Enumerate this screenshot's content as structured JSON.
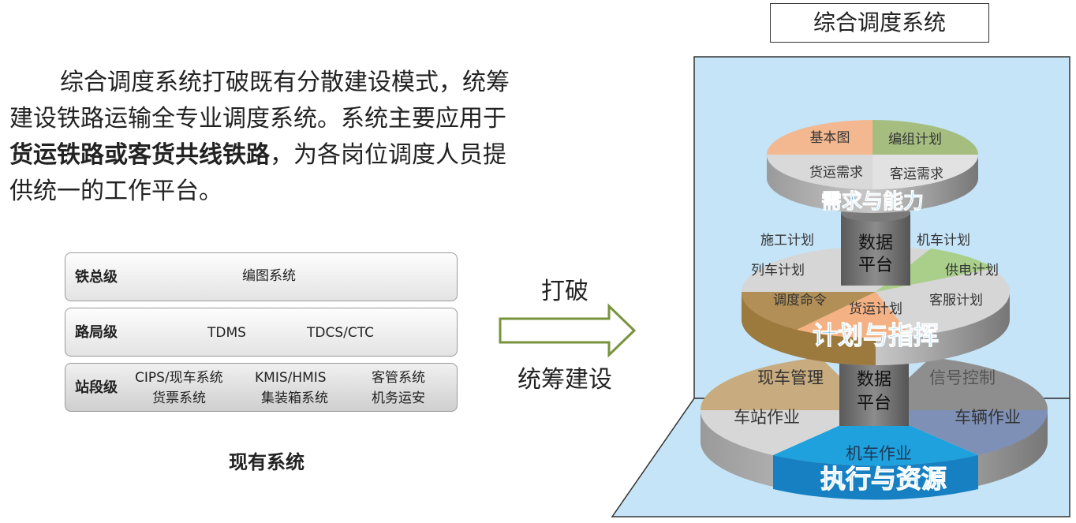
{
  "intro": {
    "part1": "综合调度系统打破既有分散建设模式，统筹建设铁路运输全专业调度系统。系统主要应用于",
    "bold": "货运铁路或客货共线铁路",
    "part2": "，为各岗位调度人员提供统一的工作平台。"
  },
  "legacy": {
    "caption": "现有系统",
    "rows": [
      {
        "level": "铁总级",
        "systems": [
          "编图系统"
        ]
      },
      {
        "level": "路局级",
        "systems": [
          "TDMS",
          "TDCS/CTC"
        ]
      },
      {
        "level": "站段级",
        "systems": [
          "CIPS/现车系统",
          "货票系统",
          "KMIS/HMIS",
          "集装箱系统",
          "客管系统",
          "机务运安"
        ]
      }
    ]
  },
  "arrow": {
    "top": "打破",
    "bottom": "统筹建设",
    "color": "#77933c"
  },
  "integrated": {
    "title": "综合调度系统",
    "center": [
      "数据",
      "平台"
    ],
    "top_layer": {
      "name": "需求与能力",
      "items": [
        "基本图",
        "编组计划",
        "货运需求",
        "客运需求"
      ]
    },
    "middle_layer": {
      "name": "计划与指挥",
      "items": [
        "施工计划",
        "机车计划",
        "列车计划",
        "供电计划",
        "调度命令",
        "货运计划",
        "客服计划"
      ]
    },
    "bottom_layer": {
      "name": "执行与资源",
      "items": [
        "现车管理",
        "信号控制",
        "车站作业",
        "车辆作业",
        "机车作业"
      ]
    },
    "colors": {
      "background": "#c5e4f7",
      "layer_label": "#4fb3ec",
      "cylinder": "#6f6f6f"
    }
  }
}
